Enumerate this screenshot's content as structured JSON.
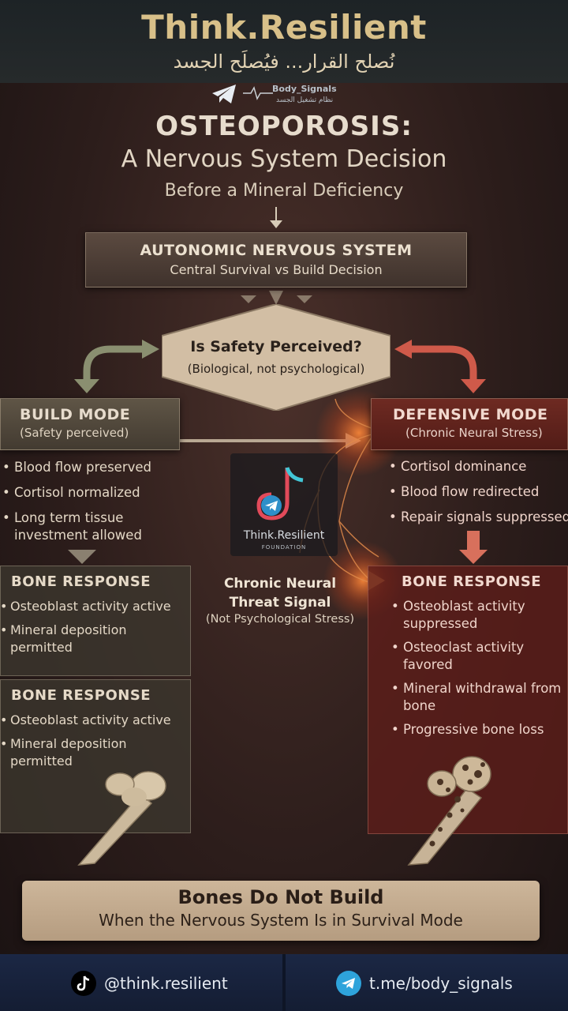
{
  "header": {
    "brand_title": "Think.Resilient",
    "brand_arabic": "نُصلح القرار... فيُصلَح الجسد",
    "channel_name": "Body_Signals",
    "channel_arabic": "نظام تشغيل الجسد"
  },
  "title": {
    "main": "OSTEOPOROSIS:",
    "sub": "A Nervous System Decision",
    "note": "Before a Mineral Deficiency"
  },
  "ans": {
    "title": "AUTONOMIC NERVOUS SYSTEM",
    "sub": "Central Survival vs Build Decision"
  },
  "decision": {
    "title": "Is Safety Perceived?",
    "sub": "(Biological, not psychological)"
  },
  "build": {
    "title": "BUILD MODE",
    "sub": "(Safety perceived)",
    "bullets": [
      "Blood flow preserved",
      "Cortisol normalized",
      "Long term tissue investment allowed"
    ]
  },
  "defensive": {
    "title": "DEFENSIVE MODE",
    "sub": "(Chronic Neural Stress)",
    "bullets": [
      "Cortisol dominance",
      "Blood flow redirected",
      "Repair signals suppressed"
    ]
  },
  "logo": {
    "text": "Think.Resilient",
    "foundation": "FOUNDATION"
  },
  "chronic": {
    "title_line1": "Chronic Neural",
    "title_line2": "Threat Signal",
    "sub": "(Not Psychological Stress)"
  },
  "bone_left_1": {
    "title": "BONE RESPONSE",
    "bullets": [
      "Osteoblast activity active",
      "Mineral deposition permitted"
    ]
  },
  "bone_left_2": {
    "title": "BONE RESPONSE",
    "bullets": [
      "Osteoblast activity active",
      "Mineral deposition permitted"
    ]
  },
  "bone_right": {
    "title": "BONE RESPONSE",
    "bullets": [
      "Osteoblast activity suppressed",
      "Osteoclast activity favored",
      "Mineral withdrawal from bone",
      "Progressive bone loss"
    ]
  },
  "footer": {
    "title": "Bones Do Not Build",
    "sub": "When the Nervous System Is in Survival Mode"
  },
  "social": {
    "tiktok": "@think.resilient",
    "telegram": "t.me/body_signals"
  },
  "icons": {
    "tiktok": "tiktok-icon",
    "telegram": "telegram-icon"
  },
  "colors": {
    "gold": "#d8c089",
    "defensive_red": "#6e2a22",
    "build_olive": "#5f5546",
    "footer_tan": "#cdb69a",
    "bar_navy": "#1b2744"
  }
}
